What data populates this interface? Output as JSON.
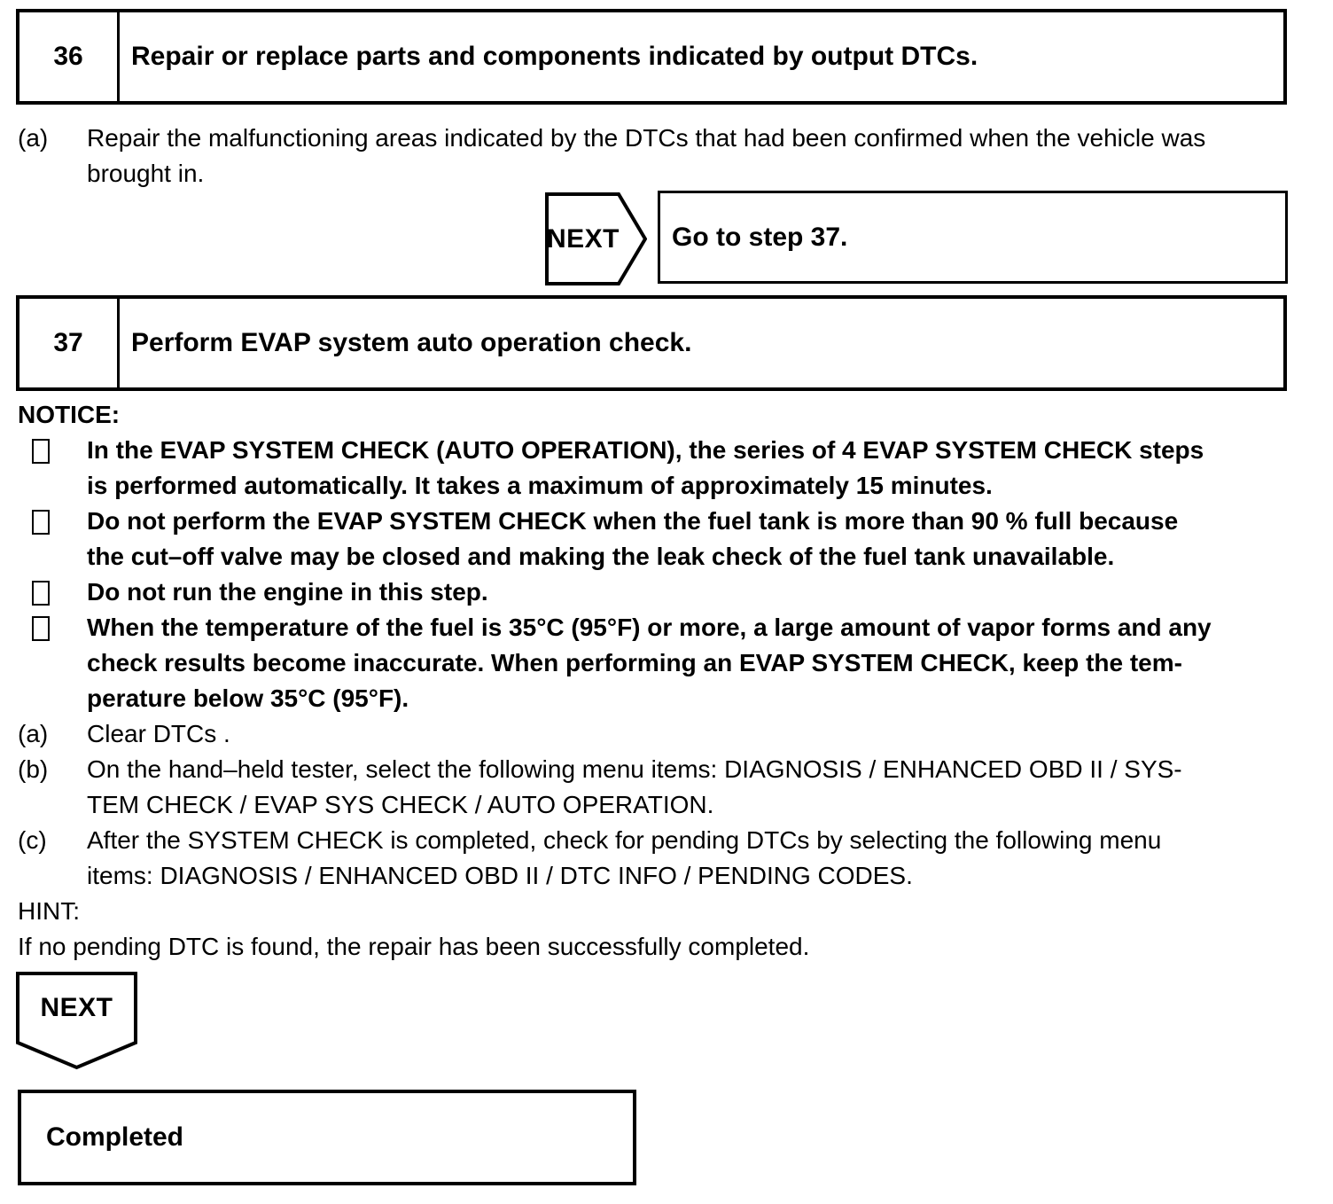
{
  "page": {
    "background_color": "#ffffff",
    "text_color": "#000000"
  },
  "steps": [
    {
      "number": "36",
      "title": "Repair or replace parts and components indicated by output DTCs.",
      "paragraphs": [
        {
          "label": "(a)",
          "text": "Repair the malfunctioning areas indicated by the DTCs that had been confirmed when the vehicle was\nbrought in."
        }
      ],
      "next": {
        "label": "NEXT",
        "arrow_icon": "next-right-arrow",
        "result": "Go to step 37."
      }
    },
    {
      "number": "37",
      "title": "Perform EVAP system auto operation check.",
      "notice": {
        "heading": "NOTICE:",
        "bullet_icon": "open-square",
        "items": [
          "In the EVAP SYSTEM CHECK (AUTO OPERATION), the series of 4 EVAP SYSTEM CHECK steps\nis performed automatically. It takes a maximum of approximately 15 minutes.",
          "Do not perform the EVAP SYSTEM CHECK when the fuel tank is more than 90 % full because\nthe cut–off valve may be closed and making the leak check of the fuel tank unavailable.",
          "Do not run the engine in this step.",
          "When the temperature of the fuel is 35°C (95°F) or more, a large amount of vapor forms and any\ncheck results become inaccurate. When performing an EVAP SYSTEM CHECK, keep the tem-\nperature below 35°C (95°F)."
        ]
      },
      "paragraphs": [
        {
          "label": "(a)",
          "text": "Clear DTCs ."
        },
        {
          "label": "(b)",
          "text": "On the hand–held tester, select the following menu items: DIAGNOSIS / ENHANCED OBD II / SYS-\nTEM CHECK / EVAP SYS CHECK / AUTO OPERATION."
        },
        {
          "label": "(c)",
          "text": "After the SYSTEM CHECK is completed, check for pending DTCs by selecting the following menu\nitems: DIAGNOSIS / ENHANCED OBD II / DTC INFO / PENDING CODES."
        }
      ],
      "hint": {
        "heading": "HINT:",
        "text": "If no pending DTC is found, the repair has been successfully completed."
      },
      "next": {
        "label": "NEXT",
        "arrow_icon": "next-down-arrow"
      },
      "completed": "Completed"
    }
  ]
}
